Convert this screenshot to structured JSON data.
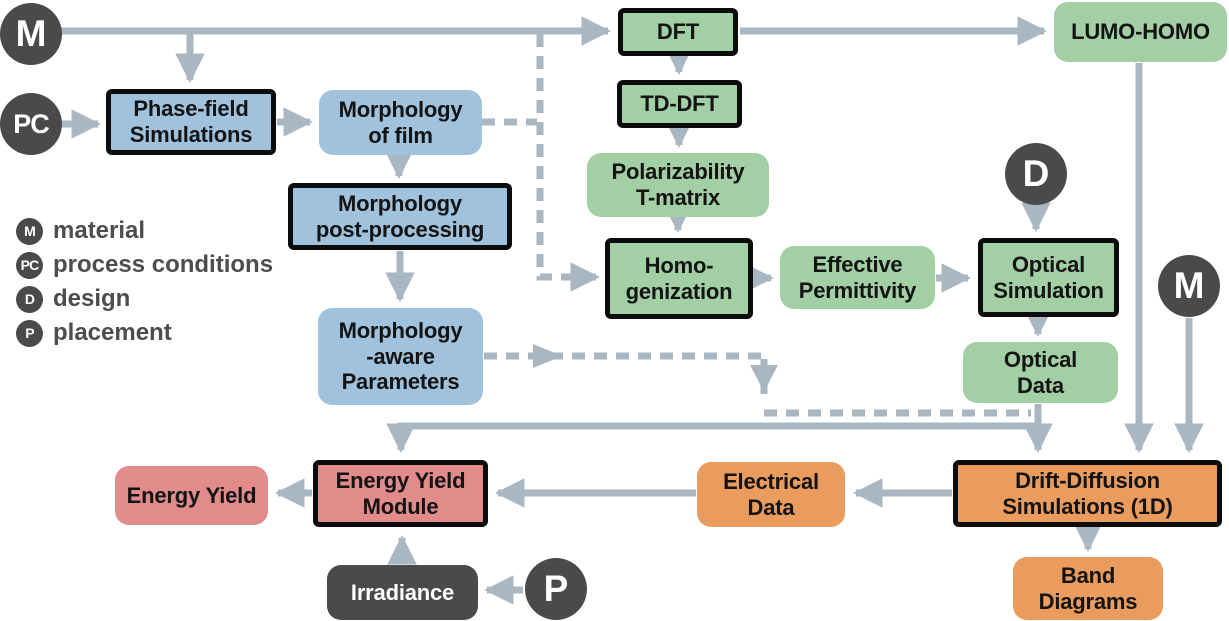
{
  "title": "Simulation workflow diagram",
  "colors": {
    "bg": "#ffffff",
    "blue": "#a0c2dc",
    "green": "#a3cfa4",
    "orange": "#ea9b5e",
    "pink": "#e28b8b",
    "dark": "#4a4a4a",
    "arrow": "#a9b7c2",
    "ink": "#141414",
    "border": "#0c0c0c",
    "legendink": "#4d4d4d"
  },
  "badges": {
    "material_top": "M",
    "process_conditions": "PC",
    "design": "D",
    "material_right": "M",
    "placement": "P"
  },
  "legend": {
    "items": [
      {
        "badge": "M",
        "label": "material"
      },
      {
        "badge": "PC",
        "label": "process conditions"
      },
      {
        "badge": "D",
        "label": "design"
      },
      {
        "badge": "P",
        "label": "placement"
      }
    ]
  },
  "nodes": {
    "phase_field": {
      "label": "Phase-field\nSimulations"
    },
    "morph_film": {
      "label": "Morphology\nof film"
    },
    "morph_post": {
      "label": "Morphology\npost-processing"
    },
    "morph_aware": {
      "label": "Morphology\n-aware\nParameters"
    },
    "dft": {
      "label": "DFT"
    },
    "tddft": {
      "label": "TD-DFT"
    },
    "polarizability": {
      "label": "Polarizability\nT-matrix"
    },
    "homogenization": {
      "label": "Homo-\ngenization"
    },
    "eff_permittivity": {
      "label": "Effective\nPermittivity"
    },
    "optical_sim": {
      "label": "Optical\nSimulation"
    },
    "optical_data": {
      "label": "Optical\nData"
    },
    "lumo_homo": {
      "label": "LUMO-HOMO"
    },
    "energy_yield": {
      "label": "Energy Yield"
    },
    "energy_yield_module": {
      "label": "Energy Yield\nModule"
    },
    "irradiance": {
      "label": "Irradiance"
    },
    "electrical_data": {
      "label": "Electrical\nData"
    },
    "drift_diffusion": {
      "label": "Drift-Diffusion\nSimulations (1D)"
    },
    "band_diagrams": {
      "label": "Band\nDiagrams"
    }
  },
  "edges": [
    {
      "from": "material",
      "to": "Phase-field Simulations",
      "style": "solid"
    },
    {
      "from": "material",
      "to": "DFT",
      "style": "solid"
    },
    {
      "from": "process conditions",
      "to": "Phase-field Simulations",
      "style": "solid"
    },
    {
      "from": "Phase-field Simulations",
      "to": "Morphology of film",
      "style": "solid"
    },
    {
      "from": "Morphology of film",
      "to": "Morphology post-processing",
      "style": "solid"
    },
    {
      "from": "Morphology post-processing",
      "to": "Morphology-aware Parameters",
      "style": "solid"
    },
    {
      "from": "Morphology of film",
      "to": "Homogenization",
      "style": "dashed"
    },
    {
      "from": "DFT",
      "to": "TD-DFT",
      "style": "solid"
    },
    {
      "from": "DFT",
      "to": "LUMO-HOMO",
      "style": "solid"
    },
    {
      "from": "TD-DFT",
      "to": "Polarizability T-matrix",
      "style": "solid"
    },
    {
      "from": "Polarizability T-matrix",
      "to": "Homogenization",
      "style": "solid"
    },
    {
      "from": "Homogenization",
      "to": "Effective Permittivity",
      "style": "solid"
    },
    {
      "from": "Effective Permittivity",
      "to": "Optical Simulation",
      "style": "solid"
    },
    {
      "from": "design",
      "to": "Optical Simulation",
      "style": "solid"
    },
    {
      "from": "Optical Simulation",
      "to": "Optical Data",
      "style": "solid"
    },
    {
      "from": "Optical Data",
      "to": "Drift-Diffusion Simulations (1D)",
      "style": "solid"
    },
    {
      "from": "Optical Data",
      "to": "Energy Yield Module",
      "style": "solid"
    },
    {
      "from": "Morphology-aware Parameters",
      "to": "Drift-Diffusion Simulations (1D)",
      "style": "dashed"
    },
    {
      "from": "LUMO-HOMO",
      "to": "Drift-Diffusion Simulations (1D)",
      "style": "solid"
    },
    {
      "from": "material",
      "to": "Drift-Diffusion Simulations (1D)",
      "style": "solid"
    },
    {
      "from": "Drift-Diffusion Simulations (1D)",
      "to": "Electrical Data",
      "style": "solid"
    },
    {
      "from": "Drift-Diffusion Simulations (1D)",
      "to": "Band Diagrams",
      "style": "solid"
    },
    {
      "from": "Electrical Data",
      "to": "Energy Yield Module",
      "style": "solid"
    },
    {
      "from": "Energy Yield Module",
      "to": "Energy Yield",
      "style": "solid"
    },
    {
      "from": "Irradiance",
      "to": "Energy Yield Module",
      "style": "solid"
    },
    {
      "from": "placement",
      "to": "Irradiance",
      "style": "solid"
    }
  ]
}
